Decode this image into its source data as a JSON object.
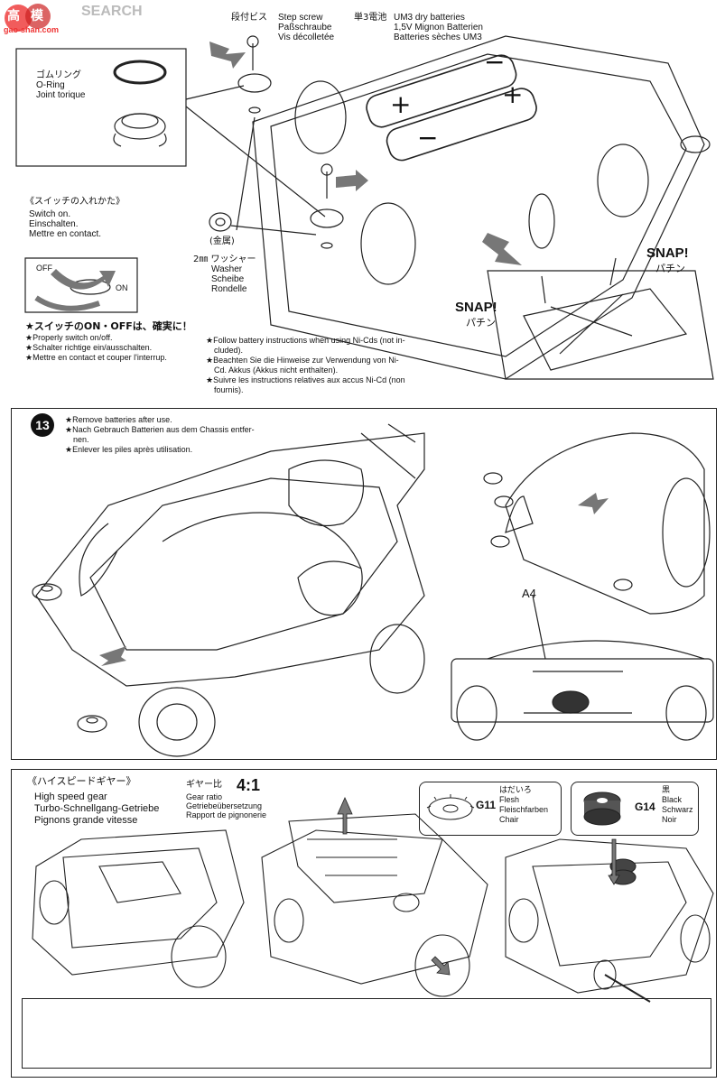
{
  "watermark": {
    "logo": "SEARCH",
    "site": "gao-shan.com"
  },
  "step12": {
    "step_screw": {
      "jp": "段付ビス",
      "en": "Step screw",
      "de": "Paßschraube",
      "fr": "Vis décolletée"
    },
    "batteries": {
      "jp": "単3電池",
      "en": "UM3 dry batteries",
      "de": "1,5V Mignon Batterien",
      "fr": "Batteries sèches UM3"
    },
    "oring": {
      "jp": "ゴムリング",
      "en": "O-Ring",
      "fr": "Joint torique"
    },
    "switch_on": {
      "jp": "《スイッチの入れかた》",
      "en": "Switch on.",
      "de": "Einschalten.",
      "fr": "Mettre en contact."
    },
    "switch_labels": {
      "off": "OFF",
      "on": "ON"
    },
    "metal": "(金属)",
    "washer": {
      "jp": "2㎜ ワッシャー",
      "en": "Washer",
      "de": "Scheibe",
      "fr": "Rondelle"
    },
    "snap_right": {
      "en": "SNAP!",
      "jp": "パチン"
    },
    "snap_left": {
      "en": "SNAP!",
      "jp": "パチン"
    },
    "switch_note": {
      "jp": "★スイッチのON・OFFは、確実に！",
      "en": "★Properly switch on/off.",
      "de": "★Schalter richtige ein/ausschalten.",
      "fr": "★Mettre en contact et couper l'interrup."
    },
    "nicd_note": [
      "★Follow battery instructions when using Ni-Cds (not in-",
      "cluded).",
      "★Beachten Sie die Hinweise zur Verwendung von Ni-",
      "Cd. Akkus (Akkus nicht enthalten).",
      "★Suivre les instructions relatives aux accus Ni-Cd (non",
      "fournis)."
    ]
  },
  "step13": {
    "number": "13",
    "notes": [
      "★Remove batteries after use.",
      "★Nach Gebrauch Batterien aus dem Chassis entfer-",
      "nen.",
      "★Enlever les piles après utilisation."
    ],
    "part_label": "A4"
  },
  "gear": {
    "jp": "《ハイスピードギヤー》",
    "en": "High speed gear",
    "de": "Turbo-Schnellgang-Getriebe",
    "fr": "Pignons grande vitesse",
    "ratio_jp": "ギヤー比",
    "ratio": "4:1",
    "ratio_en": "Gear ratio",
    "ratio_de": "Getriebeübersetzung",
    "ratio_fr": "Rapport de pignonerie",
    "g11": {
      "code": "G11",
      "jp": "はだいろ",
      "en": "Flesh",
      "de": "Fleischfarben",
      "fr": "Chair"
    },
    "g14": {
      "code": "G14",
      "jp": "黒",
      "en": "Black",
      "de": "Schwarz",
      "fr": "Noir"
    }
  }
}
